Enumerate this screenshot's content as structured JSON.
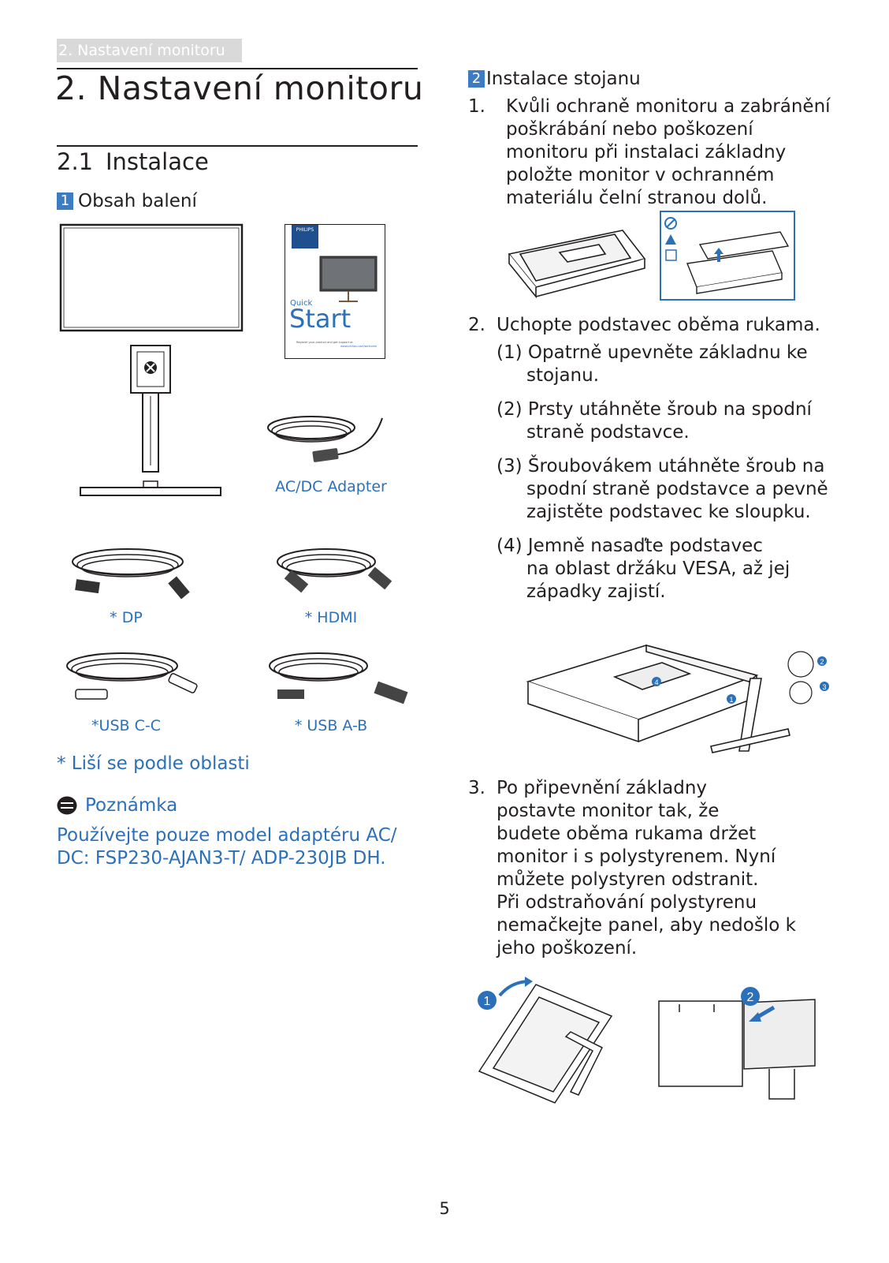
{
  "header_tab": "2. Nastavení monitoru",
  "title": "2.  Nastavení monitoru",
  "subsection": {
    "num": "2.1",
    "title": "Instalace"
  },
  "box1": {
    "num": "1",
    "title": "Obsah balení"
  },
  "box2": {
    "num": "2",
    "title": "Instalace stojanu"
  },
  "quickstart": {
    "brand": "PHILIPS",
    "quick": "Quick",
    "start": "Start",
    "register": "Register your product and get support at",
    "url": "www.philips.com/welcome"
  },
  "captions": {
    "adapter": "AC/DC Adapter",
    "dp": "* DP",
    "hdmi": "* HDMI",
    "usbc": "*USB C-C",
    "usba": "* USB A-B"
  },
  "region_note": "* Liší se podle oblasti",
  "note_title": "Poznámka",
  "note_text_1": "Používejte pouze model adaptéru AC/",
  "note_text_2": "DC: FSP230-AJAN3-T/ ADP-230JB DH.",
  "steps": {
    "s1_num": "1.",
    "s1_lines": [
      "Kvůli ochraně monitoru a zabránění",
      "poškrábání nebo poškození",
      "monitoru při instalaci základny",
      "položte monitor v ochranném",
      "materiálu čelní stranou dolů."
    ],
    "s2_num": "2.",
    "s2_text": "Uchopte podstavec oběma rukama.",
    "sub1": [
      "(1) Opatrně upevněte základnu ke",
      "stojanu."
    ],
    "sub2": [
      "(2) Prsty utáhněte šroub na spodní",
      "straně podstavce."
    ],
    "sub3": [
      "(3) Šroubovákem utáhněte šroub na",
      "spodní straně podstavce a pevně",
      "zajistěte podstavec ke sloupku."
    ],
    "sub4": [
      "(4) Jemně nasaďte podstavec",
      "na oblast držáku VESA, až jej",
      "západky zajistí."
    ],
    "s3_num": "3.",
    "s3_lines": [
      "Po připevnění základny",
      "postavte monitor tak, že",
      "budete oběma rukama držet",
      "monitor i s polystyrenem. Nyní",
      "můžete polystyren odstranit.",
      "Při odstraňování polystyrenu",
      "nemačkejte panel, aby nedošlo k",
      "jeho poškození."
    ]
  },
  "callouts": {
    "c1": "1",
    "c2": "2",
    "c3": "3",
    "c4": "4",
    "f1": "1",
    "f2": "2"
  },
  "page_number": "5",
  "colors": {
    "accent": "#2b70b9",
    "box": "#3d7cc1",
    "text": "#231f20"
  }
}
